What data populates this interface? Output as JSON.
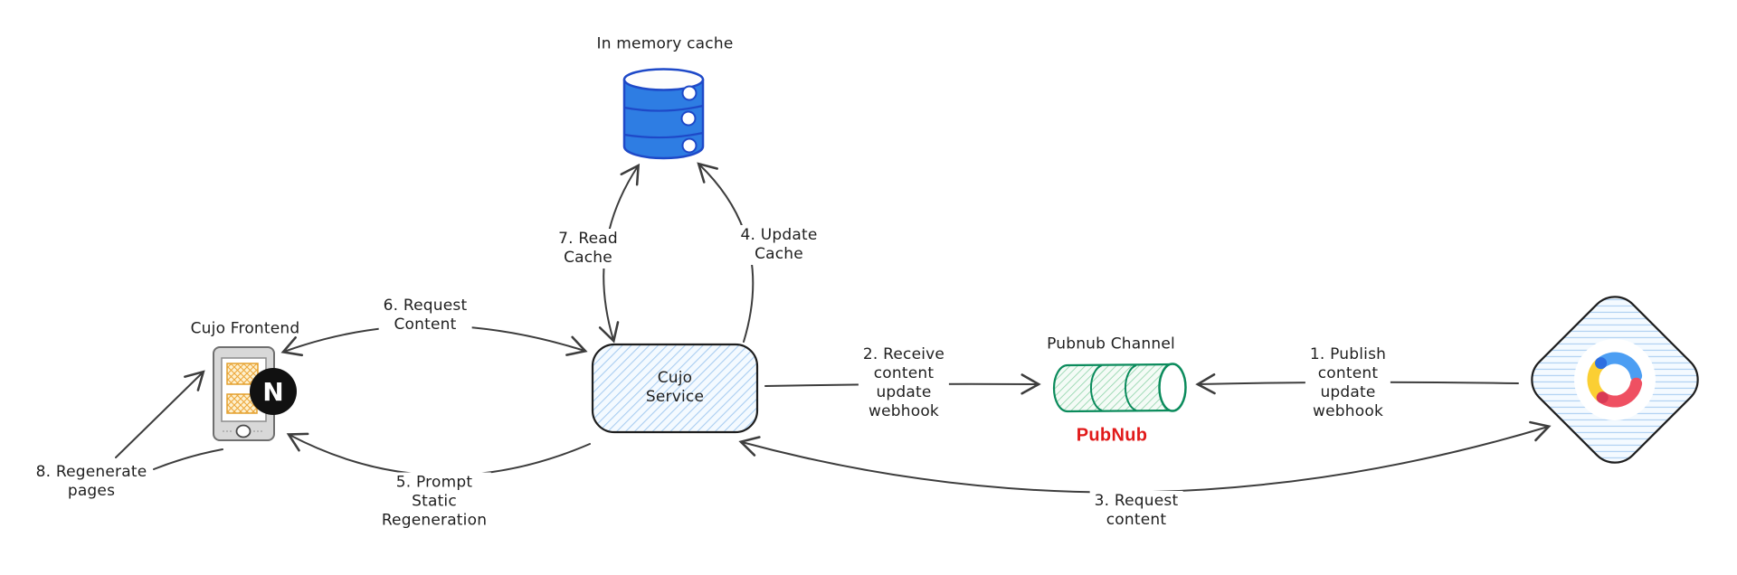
{
  "diagram": {
    "background": "#ffffff",
    "arrow_color": "#3d3d3d"
  },
  "nodes": {
    "cache": {
      "title": "In memory cache",
      "icon": "database-cylinder-icon",
      "fill": "#2e7de3",
      "stroke": "#1e49c8"
    },
    "frontend": {
      "title": "Cujo Frontend",
      "icon": "smartphone-icon",
      "framework_icon": "nextjs-logo-icon",
      "framework_letter": "N"
    },
    "service": {
      "label": "Cujo\nService",
      "hatch_color": "#a9cdf1",
      "stroke": "#1e1e1e"
    },
    "pubnub": {
      "title": "Pubnub Channel",
      "icon": "horizontal-cylinder-icon",
      "brand": "PubNub",
      "brand_color": "#e11a1a",
      "stroke": "#0b8b5c"
    },
    "contentful": {
      "icon": "contentful-logo-icon",
      "logo_colors": {
        "blue": "#4c9ef3",
        "yellow": "#fbcf33",
        "red": "#ef5062"
      }
    }
  },
  "arrows": {
    "publish_webhook": {
      "label": "1. Publish\ncontent\nupdate\nwebhook",
      "from": "contentful",
      "to": "pubnub-channel"
    },
    "receive_webhook": {
      "label": "2. Receive\ncontent\nupdate\nwebhook",
      "from": "cujo-service",
      "to": "pubnub-channel"
    },
    "request_content_service": {
      "label": "3. Request\ncontent",
      "from": "cujo-service",
      "to": "contentful",
      "bidirectional": true
    },
    "update_cache": {
      "label": "4. Update\nCache",
      "from": "cujo-service",
      "to": "cache"
    },
    "prompt_static_regeneration": {
      "label": "5. Prompt\nStatic\nRegeneration",
      "from": "cujo-service",
      "to": "frontend"
    },
    "request_content_frontend": {
      "label": "6. Request\nContent",
      "from": "frontend",
      "to": "cujo-service",
      "bidirectional": true
    },
    "read_cache": {
      "label": "7. Read\nCache",
      "from": "cujo-service",
      "to": "cache",
      "bidirectional": true
    },
    "regenerate_pages": {
      "label": "8. Regenerate\npages",
      "from": "annotation",
      "to": "frontend"
    }
  }
}
